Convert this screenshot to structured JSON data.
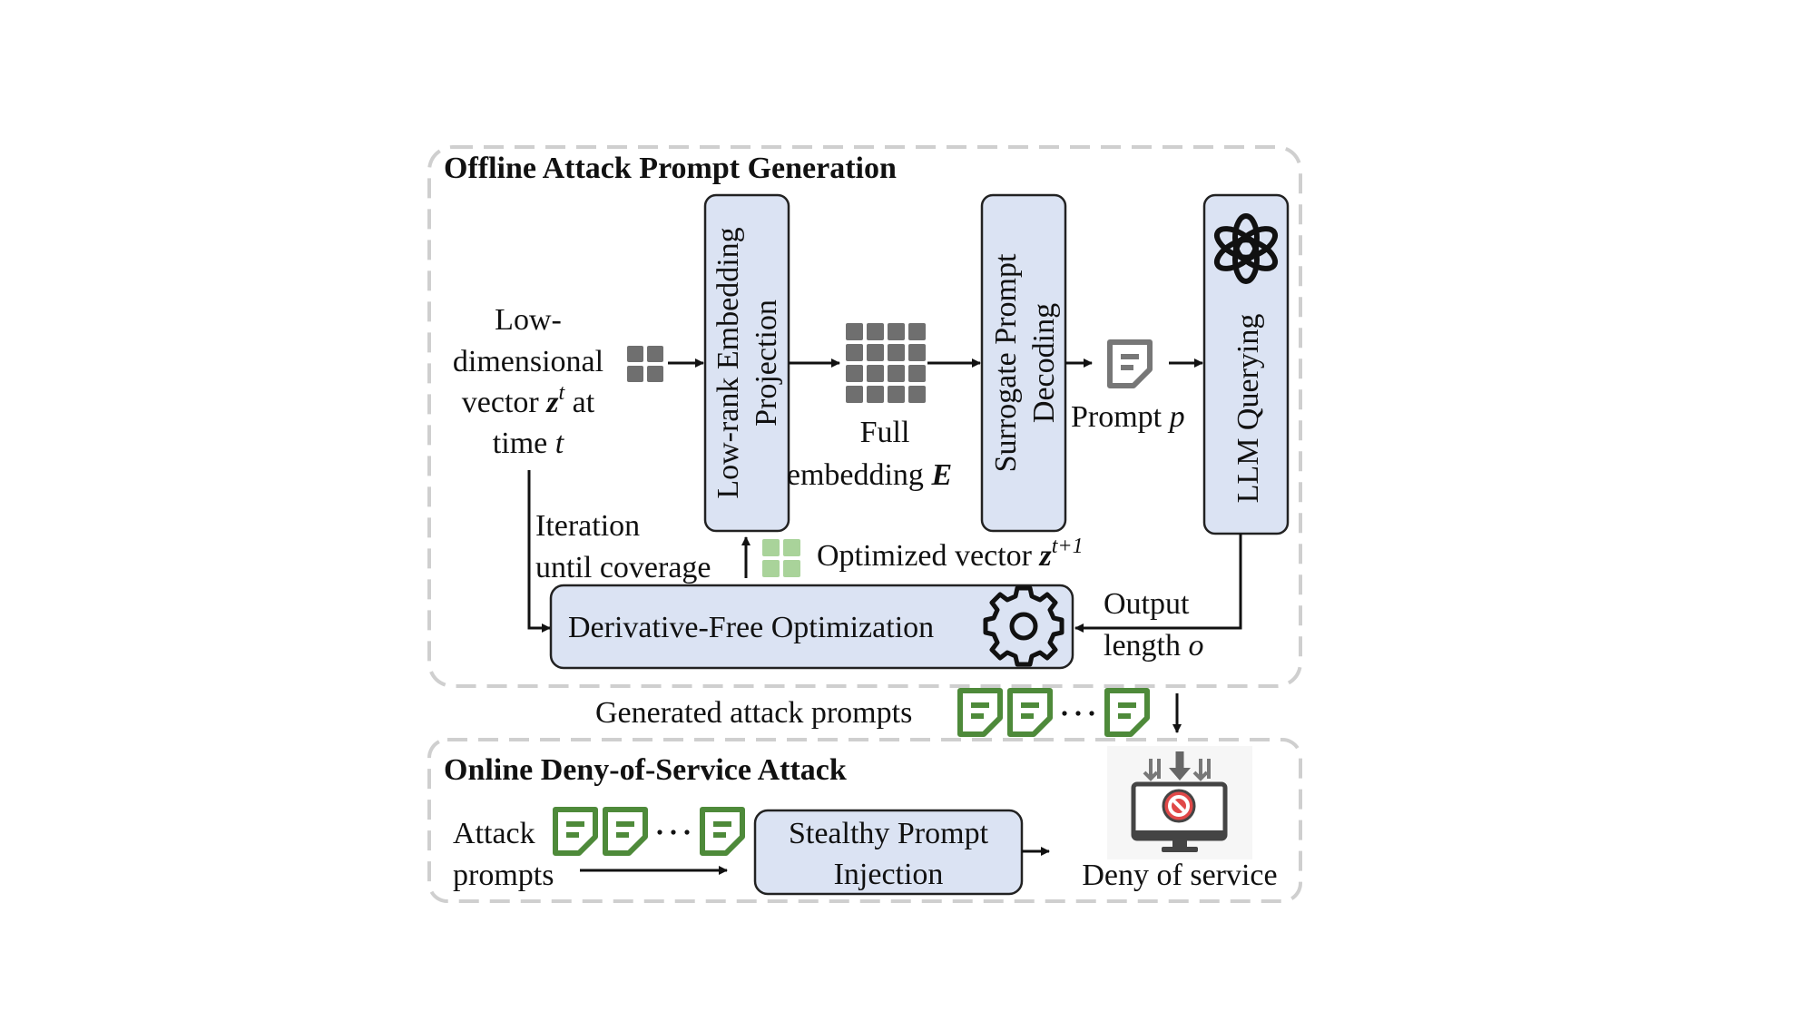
{
  "offline": {
    "title": "Offline Attack Prompt Generation",
    "input_lines": [
      "Low-",
      "dimensional",
      "vector ",
      "z",
      "t",
      " at",
      "time ",
      "t"
    ],
    "low_rank_box": [
      "Low-rank Embedding",
      "Projection"
    ],
    "full_embedding": [
      "Full",
      "embedding ",
      "E"
    ],
    "surrogate_box": [
      "Surrogate Prompt",
      "Decoding"
    ],
    "prompt_label": [
      "Prompt ",
      "p"
    ],
    "llm_box": "LLM Querying",
    "iteration": [
      "Iteration",
      "until coverage"
    ],
    "optimized": [
      "Optimized vector ",
      "z",
      "t+1"
    ],
    "dfo_box": "Derivative-Free Optimization",
    "output": [
      "Output",
      "length ",
      "o"
    ]
  },
  "generated": "Generated attack prompts",
  "online": {
    "title": "Online Deny-of-Service Attack",
    "attack": [
      "Attack",
      "prompts"
    ],
    "stealthy_box": [
      "Stealthy Prompt",
      "Injection"
    ],
    "deny": "Deny of service"
  },
  "icons": {
    "llm": "openai-logo-icon",
    "gear": "gear-icon",
    "prompt_doc": "document-icon",
    "deny": "monitor-blocked-icon"
  },
  "colors": {
    "box_fill": "#dbe3f3",
    "green": "#4e8a3a",
    "grey_square": "#6f6f6f",
    "light_green_square": "#a9d39a"
  }
}
